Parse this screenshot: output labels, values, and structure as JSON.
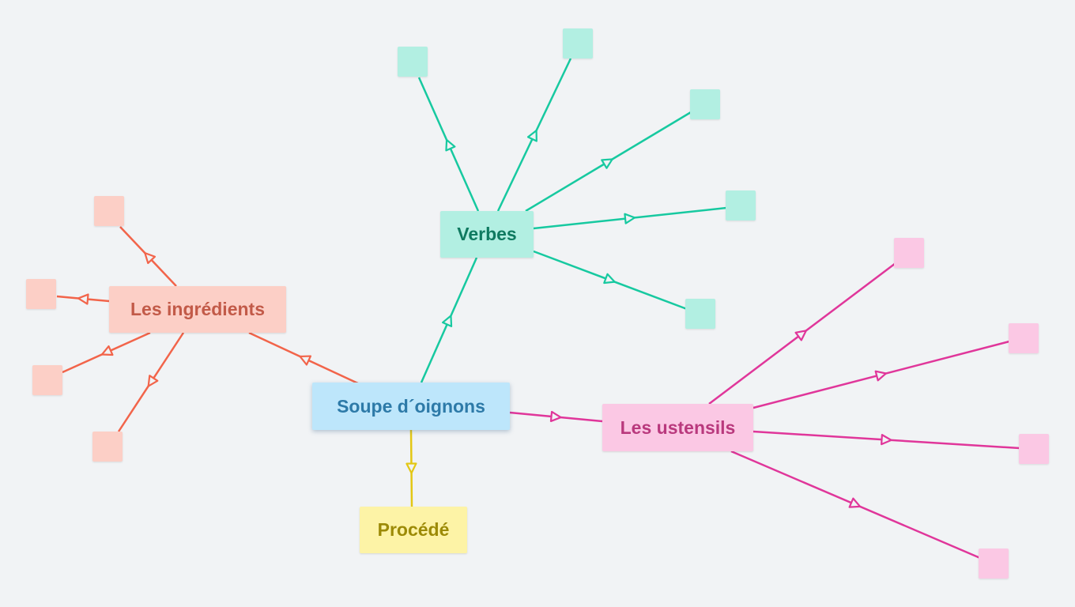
{
  "map": {
    "root": {
      "label": "Soupe d´oignons",
      "fill": "#bde6fb",
      "text_color": "#2d7aa8"
    },
    "branches": [
      {
        "id": "verbes",
        "label": "Verbes",
        "fill": "#b2efe2",
        "text_color": "#0f7a60",
        "line_color": "#17c9a0",
        "empty_child_count": 5
      },
      {
        "id": "ingredients",
        "label": "Les ingrédients",
        "fill": "#fccfc6",
        "text_color": "#c25a48",
        "line_color": "#f2644a",
        "empty_child_count": 4
      },
      {
        "id": "ustensils",
        "label": "Les ustensils",
        "fill": "#fbc8e4",
        "text_color": "#b9397d",
        "line_color": "#e0369a",
        "empty_child_count": 4
      },
      {
        "id": "procede",
        "label": "Procédé",
        "fill": "#fdf3a6",
        "text_color": "#9c8a06",
        "line_color": "#e3c714",
        "empty_child_count": 0
      }
    ]
  }
}
